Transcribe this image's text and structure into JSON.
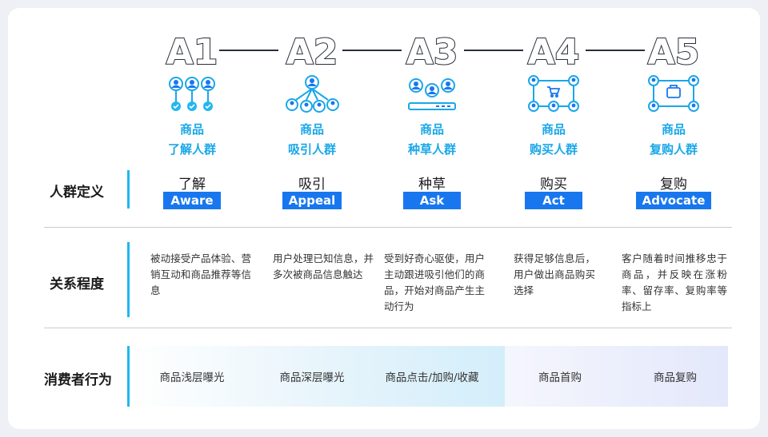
{
  "stages": [
    {
      "code": "A1",
      "label1": "商品",
      "label2": "了解人群",
      "name": "了解",
      "en": "Aware",
      "icon": "people-check-icon",
      "relation": "被动接受产品体验、营销互动和商品推荐等信息",
      "behavior": "商品浅层曝光"
    },
    {
      "code": "A2",
      "label1": "商品",
      "label2": "吸引人群",
      "name": "吸引",
      "en": "Appeal",
      "icon": "people-network-icon",
      "relation": "用户处理已知信息，并多次被商品信息触达",
      "behavior": "商品深层曝光"
    },
    {
      "code": "A3",
      "label1": "商品",
      "label2": "种草人群",
      "name": "种草",
      "en": "Ask",
      "icon": "people-device-icon",
      "relation": "受到好奇心驱使，用户主动跟进吸引他们的商品，开始对商品产生主动行为",
      "behavior": "商品点击/加购/收藏"
    },
    {
      "code": "A4",
      "label1": "商品",
      "label2": "购买人群",
      "name": "购买",
      "en": "Act",
      "icon": "people-cart-icon",
      "relation": "获得足够信息后，用户做出商品购买选择",
      "behavior": "商品首购"
    },
    {
      "code": "A5",
      "label1": "商品",
      "label2": "复购人群",
      "name": "复购",
      "en": "Advocate",
      "icon": "people-repurchase-icon",
      "relation": "客户随着时间推移忠于商品，并反映在涨粉率、留存率、复购率等指标上",
      "behavior": "商品复购"
    }
  ],
  "rows": {
    "definition": "人群定义",
    "relation": "关系程度",
    "behavior": "消费者行为"
  },
  "colors": {
    "accent": "#1aa7e8",
    "tag": "#1877ee",
    "bar": "#20b7f0"
  }
}
